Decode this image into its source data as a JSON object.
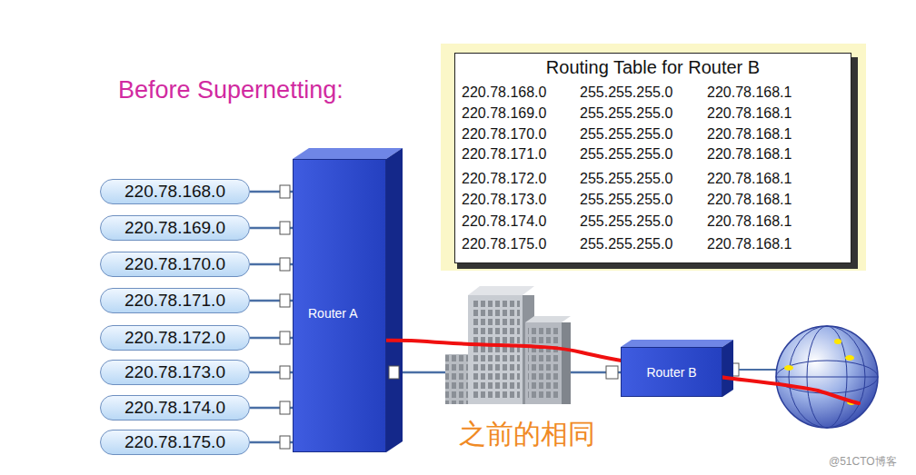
{
  "diagram": {
    "title": "Before Supernetting:",
    "nodes": [
      {
        "text": [
          "Routing Table for Router B"
        ]
      },
      {
        "text": [
          "220.78.168.0"
        ]
      },
      {
        "text": [
          "220.78.169.0"
        ]
      },
      {
        "text": [
          "220.78.170.0"
        ]
      },
      {
        "text": [
          "220.78.171.0"
        ]
      },
      {
        "text": [
          "220.78.172.0"
        ]
      },
      {
        "text": [
          "220.78.173.0"
        ]
      },
      {
        "text": [
          "220.78.174.0"
        ]
      },
      {
        "text": [
          "220.78.175.0"
        ]
      },
      {
        "text": [
          "Router A"
        ]
      },
      {
        "text": [
          "Router B"
        ]
      }
    ],
    "edges": [
      {
        "from": 1,
        "to": 9,
        "arrow": "none"
      },
      {
        "from": 2,
        "to": 9,
        "arrow": "none"
      },
      {
        "from": 3,
        "to": 9,
        "arrow": "none"
      },
      {
        "from": 4,
        "to": 9,
        "arrow": "none"
      },
      {
        "from": 5,
        "to": 9,
        "arrow": "none"
      },
      {
        "from": 6,
        "to": 9,
        "arrow": "none"
      },
      {
        "from": 7,
        "to": 9,
        "arrow": "none"
      },
      {
        "from": 8,
        "to": 9,
        "arrow": "none"
      },
      {
        "from": 9,
        "to": 10,
        "arrow": "none"
      }
    ],
    "labels": [
      "220.78.168.0",
      "255.255.255.0",
      "220.78.168.1",
      "220.78.169.0",
      "255.255.255.0",
      "220.78.168.1",
      "220.78.170.0",
      "255.255.255.0",
      "220.78.168.1",
      "220.78.171.0",
      "255.255.255.0",
      "220.78.168.1",
      "220.78.172.0",
      "255.255.255.0",
      "220.78.168.1",
      "220.78.173.0",
      "255.255.255.0",
      "220.78.168.1",
      "220.78.174.0",
      "255.255.255.0",
      "220.78.168.1",
      "220.78.175.0",
      "255.255.255.0",
      "220.78.168.1",
      "之前的相同",
      "@51CTO博客"
    ]
  }
}
